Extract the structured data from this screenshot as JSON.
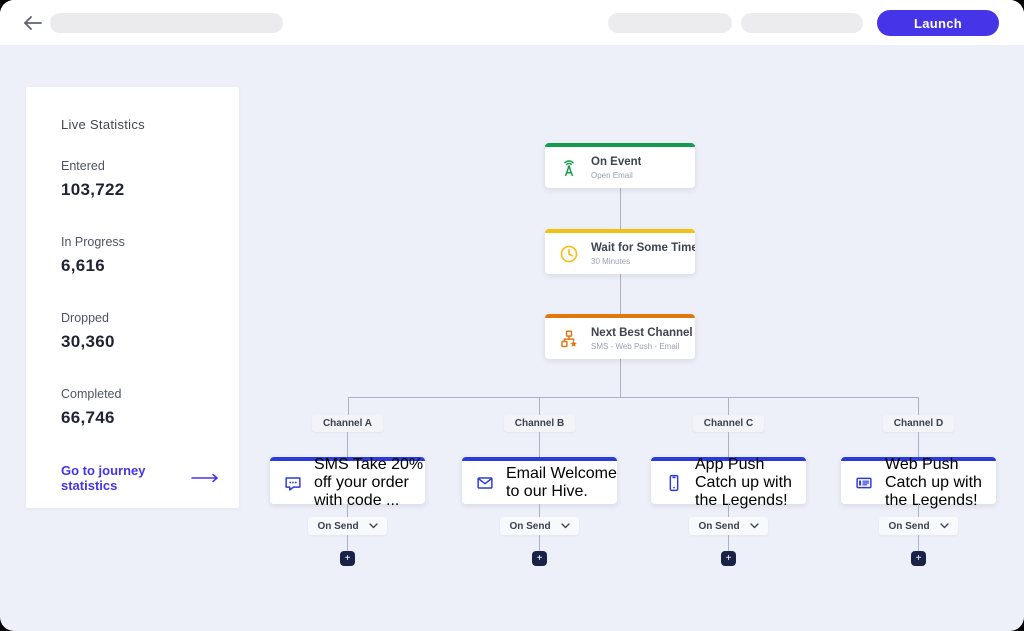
{
  "topbar": {
    "launch_label": "Launch"
  },
  "stats_panel": {
    "title": "Live Statistics",
    "stats": [
      {
        "label": "Entered",
        "value": "103,722"
      },
      {
        "label": "In Progress",
        "value": "6,616"
      },
      {
        "label": "Dropped",
        "value": "30,360"
      },
      {
        "label": "Completed",
        "value": "66,746"
      }
    ],
    "link_label": "Go to journey statistics"
  },
  "journey": {
    "main_nodes": [
      {
        "title": "On Event",
        "subtitle": "Open Email",
        "icon": "broadcast-icon",
        "accent": "#169a4f"
      },
      {
        "title": "Wait for Some Time",
        "subtitle": "30 Minutes",
        "icon": "clock-icon",
        "accent": "#f2c114"
      },
      {
        "title": "Next Best Channel",
        "subtitle": "SMS - Web Push - Email",
        "icon": "hierarchy-star-icon",
        "accent": "#e0780f"
      }
    ],
    "branches": [
      {
        "channel": "Channel A",
        "title": "SMS",
        "subtitle": "Take 20% off your order with code ...",
        "icon": "sms-icon",
        "trigger": "On Send"
      },
      {
        "channel": "Channel B",
        "title": "Email",
        "subtitle": "Welcome to our Hive.",
        "icon": "email-icon",
        "trigger": "On Send"
      },
      {
        "channel": "Channel C",
        "title": "App Push",
        "subtitle": "Catch up with the Legends!",
        "icon": "app-push-icon",
        "trigger": "On Send"
      },
      {
        "channel": "Channel D",
        "title": "Web Push",
        "subtitle": "Catch up with the Legends!",
        "icon": "web-push-icon",
        "trigger": "On Send"
      }
    ],
    "add_node_label": "+"
  },
  "colors": {
    "canvas_bg": "#edf0f8",
    "topbar_bg": "#ffffff",
    "primary": "#4634e8",
    "node_green": "#169a4f",
    "node_yellow": "#f2c114",
    "node_orange": "#e0780f",
    "node_blue": "#2b3bd9",
    "connector": "#aab1c3",
    "plus_bg": "#1a2347"
  }
}
